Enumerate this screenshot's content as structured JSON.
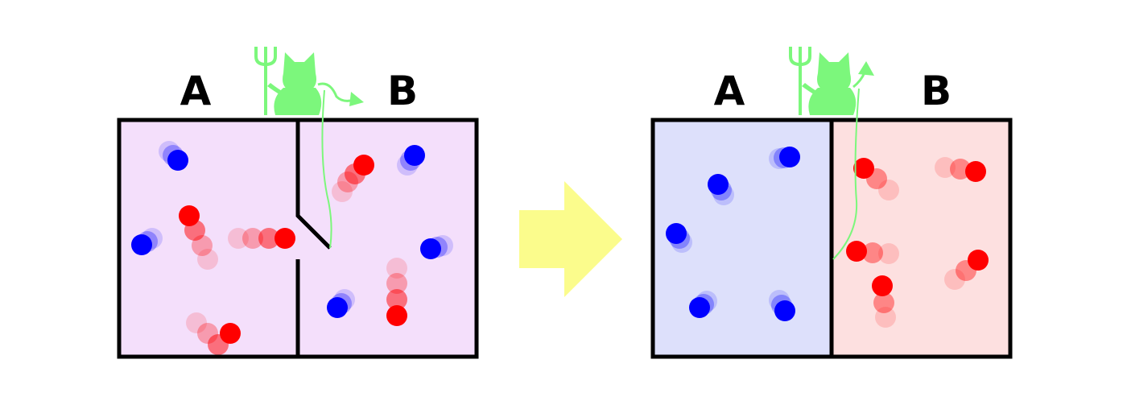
{
  "panels": [
    {
      "id": "before",
      "state": "mixed",
      "label_a": "A",
      "label_b": "B",
      "fill_a": "#f4dffb",
      "fill_b": "#f4dffb",
      "door": "open"
    },
    {
      "id": "after",
      "state": "sorted",
      "label_a": "A",
      "label_b": "B",
      "fill_a": "#dde0fb",
      "fill_b": "#fde0e0",
      "door": "closed"
    }
  ],
  "colors": {
    "fast_molecule": "#ff0000",
    "slow_molecule": "#0000ff",
    "demon": "#7cf77c",
    "arrow": "#fbfc8c",
    "wall": "#000000"
  },
  "icons": {
    "demon": "demon-icon",
    "trident": "trident-icon",
    "process_arrow": "right-arrow-icon"
  }
}
